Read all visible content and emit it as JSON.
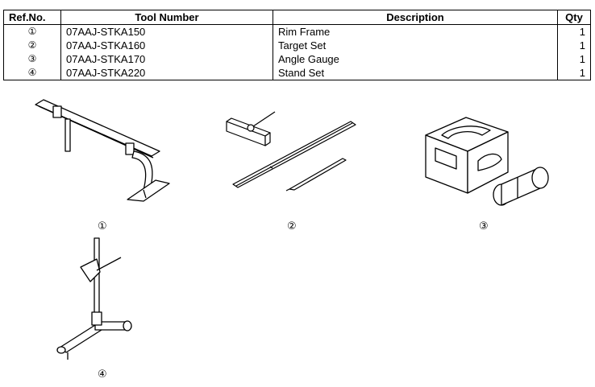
{
  "table": {
    "headers": {
      "ref": "Ref.No.",
      "tool": "Tool Number",
      "desc": "Description",
      "qty": "Qty"
    },
    "rows": [
      {
        "ref": "①",
        "tool": "07AAJ-STKA150",
        "desc": "Rim Frame",
        "qty": "1"
      },
      {
        "ref": "②",
        "tool": "07AAJ-STKA160",
        "desc": "Target Set",
        "qty": "1"
      },
      {
        "ref": "③",
        "tool": "07AAJ-STKA170",
        "desc": "Angle Gauge",
        "qty": "1"
      },
      {
        "ref": "④",
        "tool": "07AAJ-STKA220",
        "desc": "Stand Set",
        "qty": "1"
      }
    ]
  },
  "figures": {
    "rim_frame_label": "①",
    "target_set_label": "②",
    "angle_gauge_label": "③",
    "stand_set_label": "④"
  }
}
